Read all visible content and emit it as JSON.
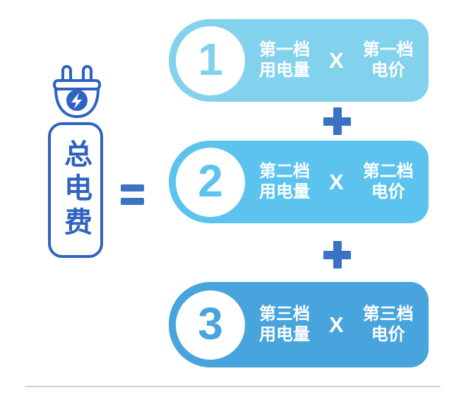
{
  "page": {
    "background": "#ffffff",
    "divider_color": "#ccd2dc"
  },
  "left_panel": {
    "plug_icon": "power-plug-lightning-icon",
    "total_label": "总电费",
    "accent_color": "#2e63c0"
  },
  "operators": {
    "equals": "=",
    "plus": "+",
    "operator_color": "#3a72c4"
  },
  "tiers": [
    {
      "number": "1",
      "usage_line1": "第一档",
      "usage_line2": "用电量",
      "multiply": "X",
      "price_line1": "第一档",
      "price_line2": "电价",
      "color": "#82d2ee"
    },
    {
      "number": "2",
      "usage_line1": "第二档",
      "usage_line2": "用电量",
      "multiply": "X",
      "price_line1": "第二档",
      "price_line2": "电价",
      "color": "#5cc3ef"
    },
    {
      "number": "3",
      "usage_line1": "第三档",
      "usage_line2": "用电量",
      "multiply": "X",
      "price_line1": "第三档",
      "price_line2": "电价",
      "color": "#48a4dd"
    }
  ]
}
